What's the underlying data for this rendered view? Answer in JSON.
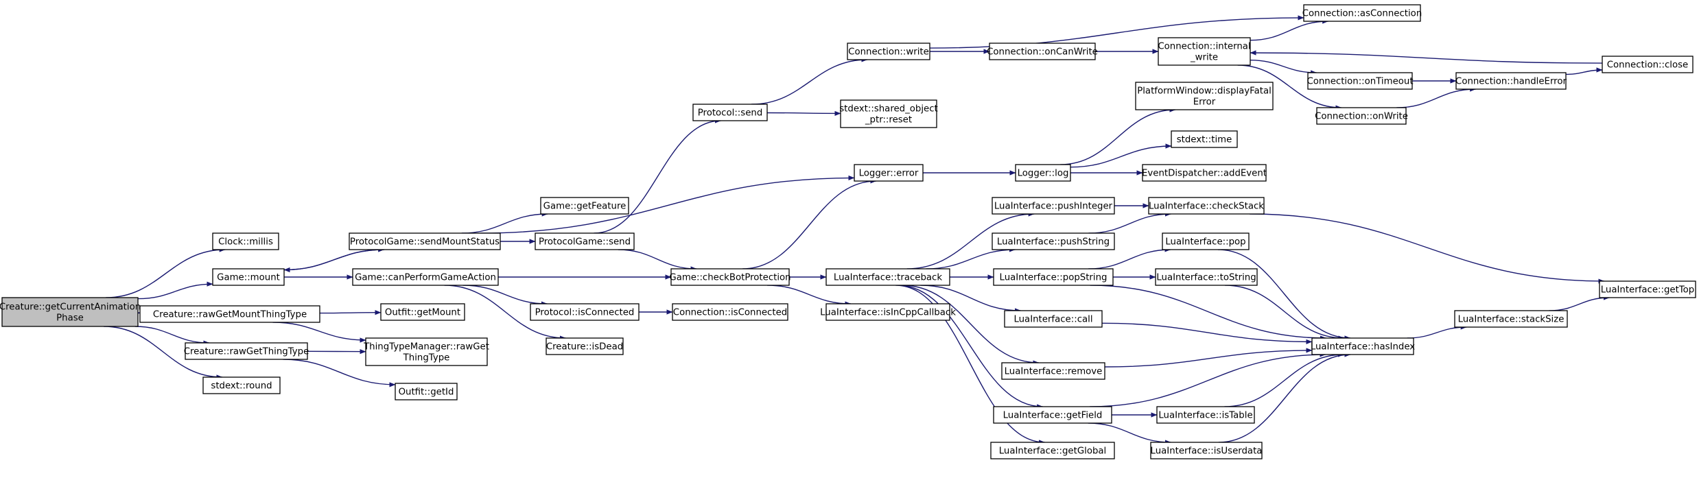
{
  "colors": {
    "edge": "#191970",
    "node_fill": "#ffffff",
    "root_fill": "#bfbfbf",
    "node_stroke": "#000000"
  },
  "root": "Creature::getCurrentAnimationPhase",
  "nodes": {
    "root": {
      "lines": [
        "Creature::getCurrentAnimation",
        "Phase"
      ]
    },
    "millis": {
      "lines": [
        "Clock::millis"
      ]
    },
    "mount": {
      "lines": [
        "Game::mount"
      ]
    },
    "rawGetMountThingType": {
      "lines": [
        "Creature::rawGetMountThingType"
      ]
    },
    "rawGetThingType": {
      "lines": [
        "Creature::rawGetThingType"
      ]
    },
    "round": {
      "lines": [
        "stdext::round"
      ]
    },
    "sendMountStatus": {
      "lines": [
        "ProtocolGame::sendMountStatus"
      ]
    },
    "canPerformGameAction": {
      "lines": [
        "Game::canPerformGameAction"
      ]
    },
    "getMount": {
      "lines": [
        "Outfit::getMount"
      ]
    },
    "ttmRawGetThingType": {
      "lines": [
        "ThingTypeManager::rawGet",
        "ThingType"
      ]
    },
    "getId": {
      "lines": [
        "Outfit::getId"
      ]
    },
    "getFeature": {
      "lines": [
        "Game::getFeature"
      ]
    },
    "pgSend": {
      "lines": [
        "ProtocolGame::send"
      ]
    },
    "isConnected": {
      "lines": [
        "Protocol::isConnected"
      ]
    },
    "isDead": {
      "lines": [
        "Creature::isDead"
      ]
    },
    "protocolSend": {
      "lines": [
        "Protocol::send"
      ]
    },
    "checkBotProtection": {
      "lines": [
        "Game::checkBotProtection"
      ]
    },
    "connIsConnected": {
      "lines": [
        "Connection::isConnected"
      ]
    },
    "connWrite": {
      "lines": [
        "Connection::write"
      ]
    },
    "sharedReset": {
      "lines": [
        "stdext::shared_object",
        "_ptr::reset"
      ]
    },
    "loggerError": {
      "lines": [
        "Logger::error"
      ]
    },
    "traceback": {
      "lines": [
        "LuaInterface::traceback"
      ]
    },
    "isInCppCallback": {
      "lines": [
        "LuaInterface::isInCppCallback"
      ]
    },
    "onCanWrite": {
      "lines": [
        "Connection::onCanWrite"
      ]
    },
    "loggerLog": {
      "lines": [
        "Logger::log"
      ]
    },
    "pushInteger": {
      "lines": [
        "LuaInterface::pushInteger"
      ]
    },
    "pushString": {
      "lines": [
        "LuaInterface::pushString"
      ]
    },
    "popString": {
      "lines": [
        "LuaInterface::popString"
      ]
    },
    "call": {
      "lines": [
        "LuaInterface::call"
      ]
    },
    "remove": {
      "lines": [
        "LuaInterface::remove"
      ]
    },
    "getField": {
      "lines": [
        "LuaInterface::getField"
      ]
    },
    "getGlobal": {
      "lines": [
        "LuaInterface::getGlobal"
      ]
    },
    "asConnection": {
      "lines": [
        "Connection::asConnection"
      ]
    },
    "internalWrite": {
      "lines": [
        "Connection::internal",
        "_write"
      ]
    },
    "displayFatalError": {
      "lines": [
        "PlatformWindow::displayFatal",
        "Error"
      ]
    },
    "stdextTime": {
      "lines": [
        "stdext::time"
      ]
    },
    "addEvent": {
      "lines": [
        "EventDispatcher::addEvent"
      ]
    },
    "checkStack": {
      "lines": [
        "LuaInterface::checkStack"
      ]
    },
    "pop": {
      "lines": [
        "LuaInterface::pop"
      ]
    },
    "toString": {
      "lines": [
        "LuaInterface::toString"
      ]
    },
    "isTable": {
      "lines": [
        "LuaInterface::isTable"
      ]
    },
    "isUserdata": {
      "lines": [
        "LuaInterface::isUserdata"
      ]
    },
    "onTimeout": {
      "lines": [
        "Connection::onTimeout"
      ]
    },
    "onWrite": {
      "lines": [
        "Connection::onWrite"
      ]
    },
    "handleError": {
      "lines": [
        "Connection::handleError"
      ]
    },
    "hasIndex": {
      "lines": [
        "LuaInterface::hasIndex"
      ]
    },
    "stackSize": {
      "lines": [
        "LuaInterface::stackSize"
      ]
    },
    "close": {
      "lines": [
        "Connection::close"
      ]
    },
    "getTop": {
      "lines": [
        "LuaInterface::getTop"
      ]
    }
  },
  "edges": [
    [
      "root",
      "millis"
    ],
    [
      "root",
      "mount"
    ],
    [
      "root",
      "rawGetMountThingType"
    ],
    [
      "root",
      "rawGetThingType"
    ],
    [
      "root",
      "round"
    ],
    [
      "mount",
      "sendMountStatus"
    ],
    [
      "mount",
      "canPerformGameAction"
    ],
    [
      "rawGetMountThingType",
      "getMount"
    ],
    [
      "rawGetMountThingType",
      "ttmRawGetThingType"
    ],
    [
      "rawGetThingType",
      "ttmRawGetThingType"
    ],
    [
      "rawGetThingType",
      "getId"
    ],
    [
      "sendMountStatus",
      "mount"
    ],
    [
      "sendMountStatus",
      "getFeature"
    ],
    [
      "sendMountStatus",
      "pgSend"
    ],
    [
      "sendMountStatus",
      "loggerError"
    ],
    [
      "canPerformGameAction",
      "checkBotProtection"
    ],
    [
      "canPerformGameAction",
      "isConnected"
    ],
    [
      "canPerformGameAction",
      "isDead"
    ],
    [
      "pgSend",
      "protocolSend"
    ],
    [
      "pgSend",
      "checkBotProtection"
    ],
    [
      "isConnected",
      "connIsConnected"
    ],
    [
      "protocolSend",
      "connWrite"
    ],
    [
      "protocolSend",
      "sharedReset"
    ],
    [
      "checkBotProtection",
      "loggerError"
    ],
    [
      "checkBotProtection",
      "traceback"
    ],
    [
      "checkBotProtection",
      "isInCppCallback"
    ],
    [
      "connWrite",
      "asConnection"
    ],
    [
      "connWrite",
      "onCanWrite"
    ],
    [
      "loggerError",
      "loggerLog"
    ],
    [
      "traceback",
      "pushInteger"
    ],
    [
      "traceback",
      "pushString"
    ],
    [
      "traceback",
      "popString"
    ],
    [
      "traceback",
      "call"
    ],
    [
      "traceback",
      "remove"
    ],
    [
      "traceback",
      "getField"
    ],
    [
      "traceback",
      "getGlobal"
    ],
    [
      "onCanWrite",
      "internalWrite"
    ],
    [
      "loggerLog",
      "displayFatalError"
    ],
    [
      "loggerLog",
      "stdextTime"
    ],
    [
      "loggerLog",
      "addEvent"
    ],
    [
      "pushInteger",
      "checkStack"
    ],
    [
      "pushString",
      "checkStack"
    ],
    [
      "popString",
      "pop"
    ],
    [
      "popString",
      "toString"
    ],
    [
      "popString",
      "hasIndex"
    ],
    [
      "call",
      "hasIndex"
    ],
    [
      "remove",
      "hasIndex"
    ],
    [
      "getField",
      "isTable"
    ],
    [
      "getField",
      "isUserdata"
    ],
    [
      "getField",
      "hasIndex"
    ],
    [
      "internalWrite",
      "asConnection"
    ],
    [
      "internalWrite",
      "onTimeout"
    ],
    [
      "internalWrite",
      "onWrite"
    ],
    [
      "checkStack",
      "getTop"
    ],
    [
      "pop",
      "hasIndex"
    ],
    [
      "toString",
      "hasIndex"
    ],
    [
      "isTable",
      "hasIndex"
    ],
    [
      "isUserdata",
      "hasIndex"
    ],
    [
      "onTimeout",
      "handleError"
    ],
    [
      "onWrite",
      "handleError"
    ],
    [
      "handleError",
      "close"
    ],
    [
      "hasIndex",
      "stackSize"
    ],
    [
      "stackSize",
      "getTop"
    ],
    [
      "close",
      "internalWrite"
    ]
  ]
}
